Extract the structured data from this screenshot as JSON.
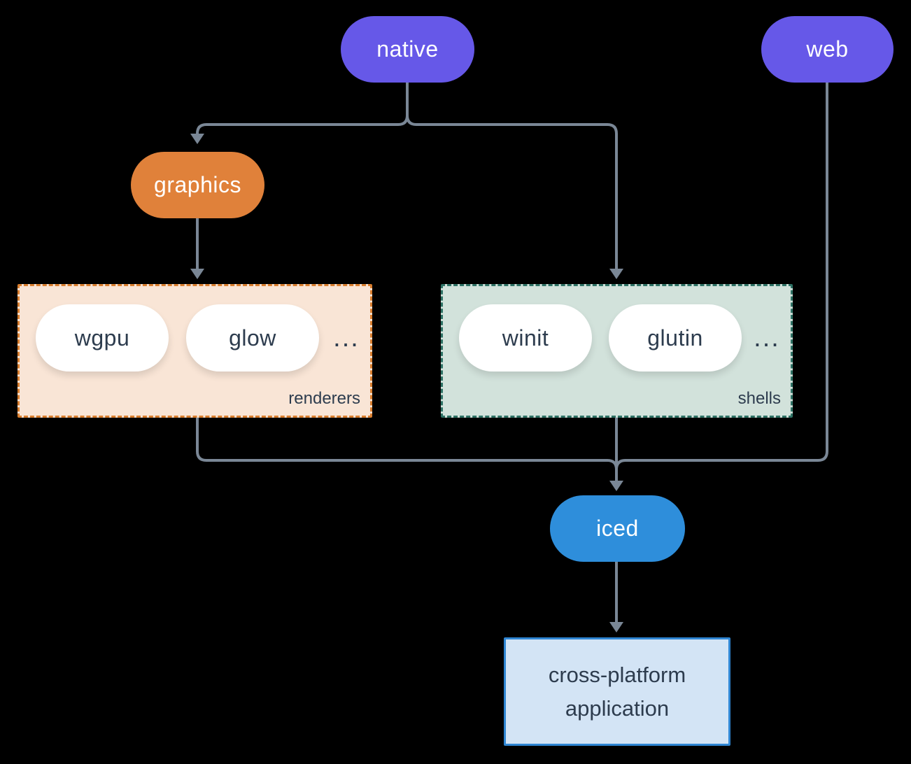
{
  "diagram": {
    "background": "#000000",
    "connector_color": "#7a8796",
    "nodes": {
      "native": {
        "label": "native",
        "color": "#6658e8",
        "text_color": "#ffffff"
      },
      "web": {
        "label": "web",
        "color": "#6658e8",
        "text_color": "#ffffff"
      },
      "graphics": {
        "label": "graphics",
        "color": "#e0813a",
        "text_color": "#ffffff"
      },
      "iced": {
        "label": "iced",
        "color": "#2e8edb",
        "text_color": "#ffffff"
      },
      "application": {
        "label_line1": "cross-platform",
        "label_line2": "application",
        "fill": "#d3e4f5",
        "border": "#2f86d3",
        "text_color": "#2d3c4e"
      }
    },
    "groups": {
      "renderers": {
        "label": "renderers",
        "fill": "#f9e5d6",
        "border": "#d97e2e",
        "items": [
          "wgpu",
          "glow"
        ],
        "ellipsis": "...",
        "text_color": "#2d3c4e"
      },
      "shells": {
        "label": "shells",
        "fill": "#d2e2db",
        "border": "#2e7265",
        "items": [
          "winit",
          "glutin"
        ],
        "ellipsis": "...",
        "text_color": "#2d3c4e"
      }
    },
    "edges": [
      {
        "from": "native",
        "to": "graphics"
      },
      {
        "from": "native",
        "to": "shells"
      },
      {
        "from": "graphics",
        "to": "renderers"
      },
      {
        "from": "renderers",
        "to": "iced"
      },
      {
        "from": "shells",
        "to": "iced"
      },
      {
        "from": "web",
        "to": "iced"
      },
      {
        "from": "iced",
        "to": "application"
      }
    ]
  }
}
